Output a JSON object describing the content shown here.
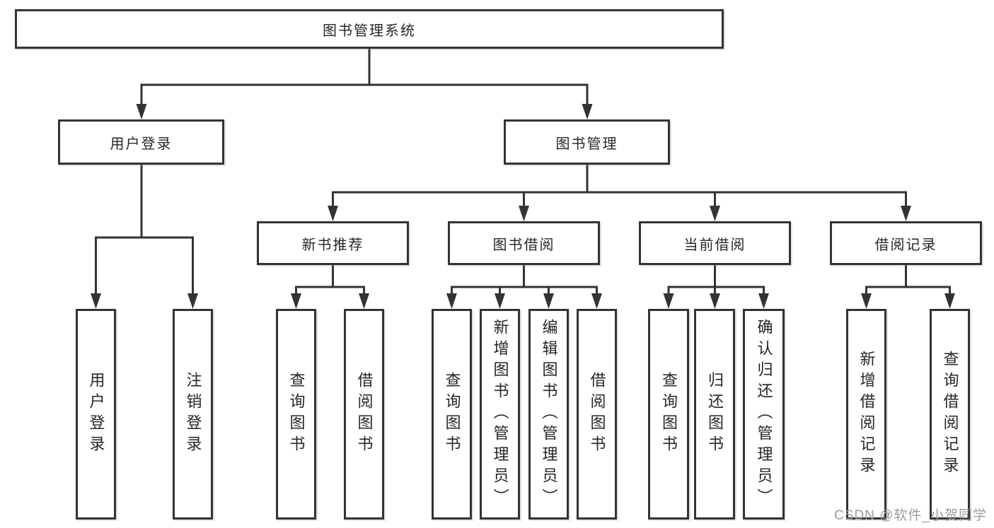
{
  "diagram": {
    "type": "tree",
    "tree": {
      "label": "图书管理系统",
      "children": [
        {
          "label": "用户登录",
          "children": [
            {
              "label": "用户登录"
            },
            {
              "label": "注销登录"
            }
          ]
        },
        {
          "label": "图书管理",
          "children": [
            {
              "label": "新书推荐",
              "children": [
                {
                  "label": "查询图书"
                },
                {
                  "label": "借阅图书"
                }
              ]
            },
            {
              "label": "图书借阅",
              "children": [
                {
                  "label": "查询图书"
                },
                {
                  "label": "新增图书（管理员）"
                },
                {
                  "label": "编辑图书（管理员）"
                },
                {
                  "label": "借阅图书"
                }
              ]
            },
            {
              "label": "当前借阅",
              "children": [
                {
                  "label": "查询图书"
                },
                {
                  "label": "归还图书"
                },
                {
                  "label": "确认归还（管理员）"
                }
              ]
            },
            {
              "label": "借阅记录",
              "children": [
                {
                  "label": "新增借阅记录"
                },
                {
                  "label": "查询借阅记录"
                }
              ]
            }
          ]
        }
      ]
    },
    "watermark": "CSDN @软件_小贺同学",
    "colors": {
      "line": "#333333",
      "box_border": "#333333",
      "box_background": "#ffffff",
      "text": "#262626",
      "watermark": "#9b9b9b",
      "page_background": "#ffffff"
    }
  }
}
